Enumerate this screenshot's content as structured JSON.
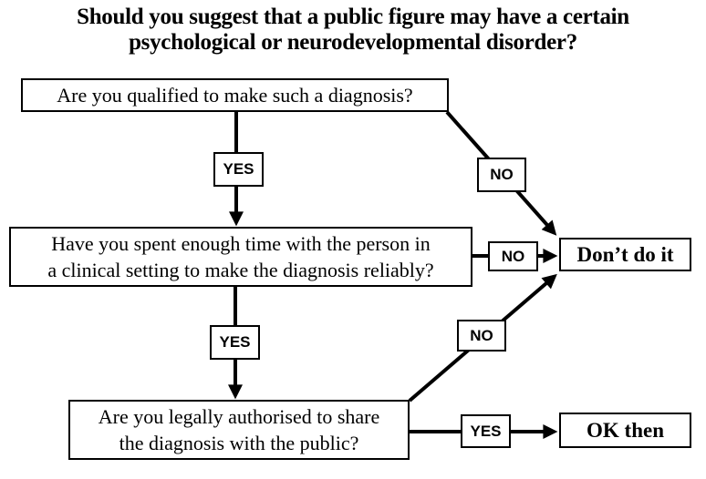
{
  "title": "Should you suggest that a public figure may have a certain\npsychological or neurodevelopmental disorder?",
  "nodes": {
    "q1": "Are you qualified to make such a diagnosis?",
    "q2": "Have you spent enough time with the person in\na clinical setting to make the diagnosis reliably?",
    "q3": "Are you legally authorised to share\nthe diagnosis with the public?",
    "dont_do_it": "Don’t do it",
    "ok_then": "OK then"
  },
  "labels": {
    "q1_yes": "YES",
    "q1_no": "NO",
    "q2_no": "NO",
    "q2_yes": "YES",
    "q3_no": "NO",
    "q3_yes": "YES"
  },
  "colors": {
    "line": "#000000",
    "box_border": "#000000",
    "background": "#ffffff",
    "text": "#000000"
  }
}
